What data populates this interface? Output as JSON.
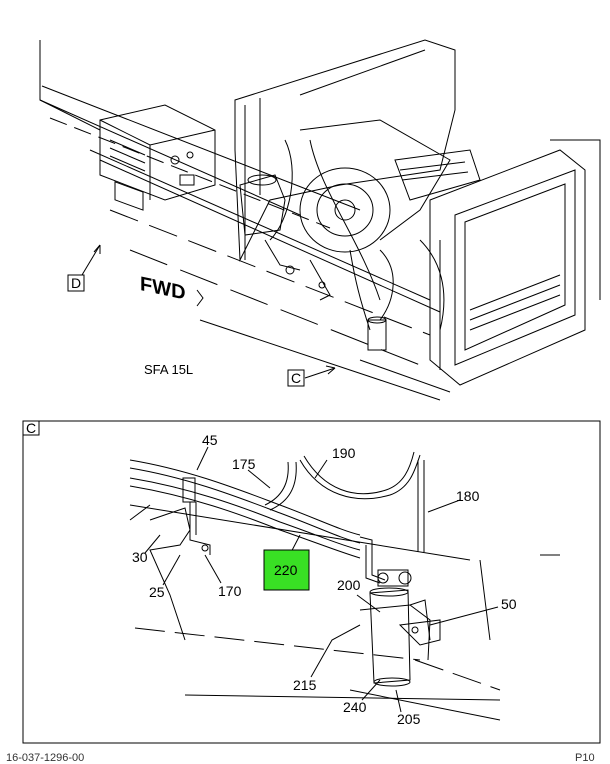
{
  "top_view": {
    "view_letters": [
      "D",
      "C"
    ],
    "forward_label": "FWD",
    "model_label": "SFA 15L"
  },
  "detail_view": {
    "title": "C",
    "callouts": [
      "45",
      "175",
      "190",
      "180",
      "30",
      "25",
      "170",
      "220",
      "200",
      "50",
      "215",
      "240",
      "205"
    ],
    "highlighted_callout": "220"
  },
  "footer": {
    "drawing_number": "16-037-1296-00",
    "page_ref": "P10"
  },
  "colors": {
    "highlight": "#39e024",
    "line": "#000000"
  }
}
